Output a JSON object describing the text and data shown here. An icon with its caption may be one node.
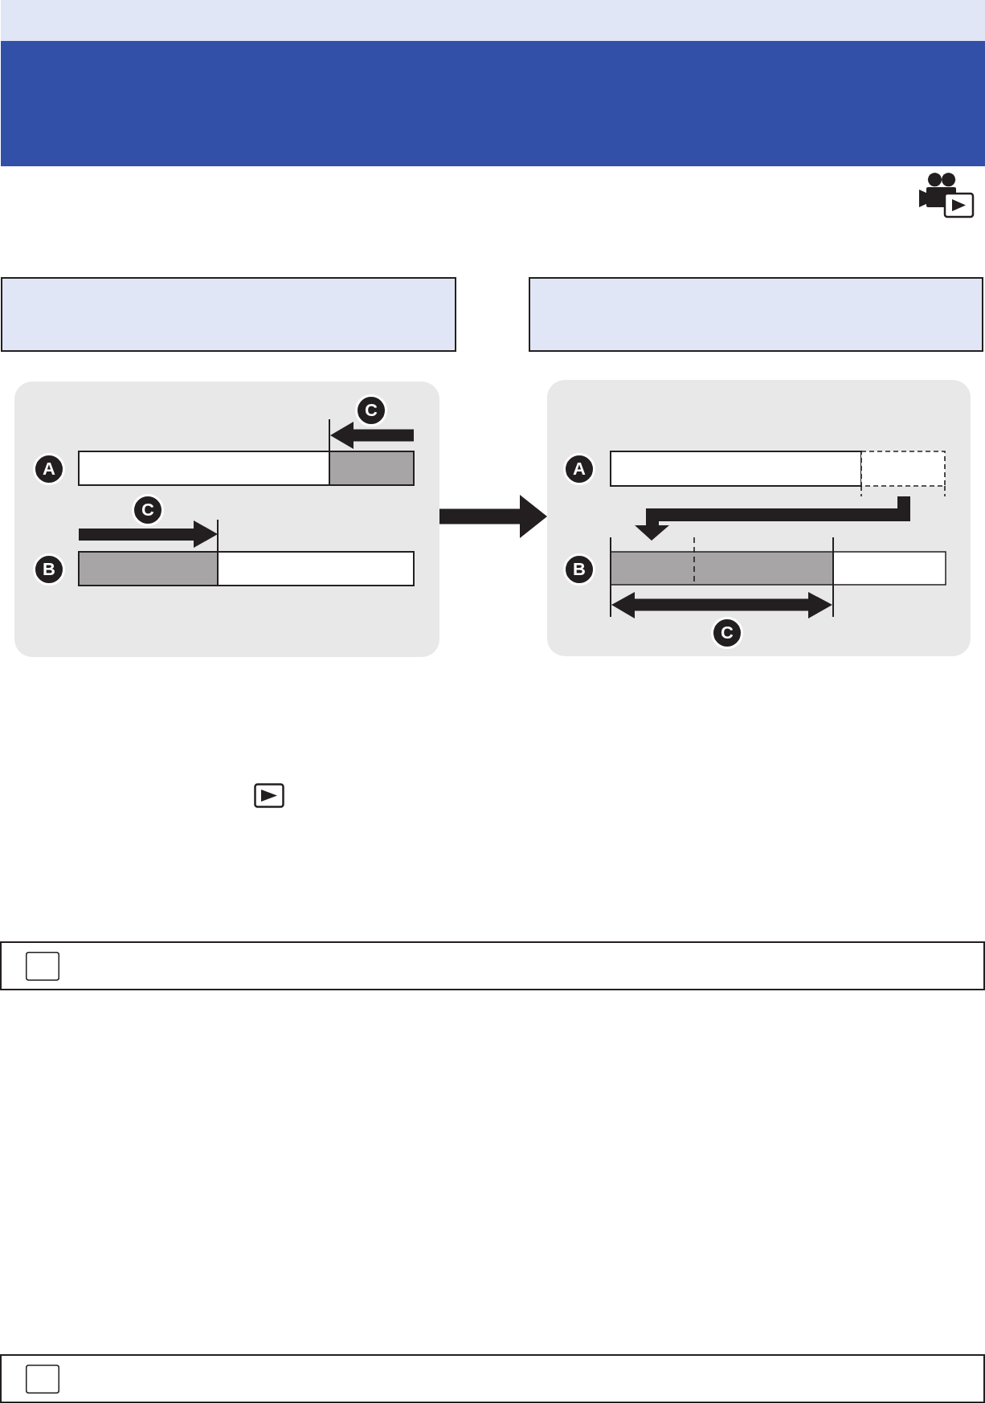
{
  "diagram": {
    "nodes": [
      {
        "text": [],
        "shape": "bar"
      },
      {
        "text": [],
        "shape": "box"
      },
      {
        "text": [],
        "shape": "box"
      }
    ],
    "edges": [
      {
        "from": 1,
        "to": 2,
        "arrow": "to"
      }
    ],
    "labels": [
      "C",
      "A",
      "C",
      "B",
      "A",
      "B",
      "C"
    ]
  }
}
